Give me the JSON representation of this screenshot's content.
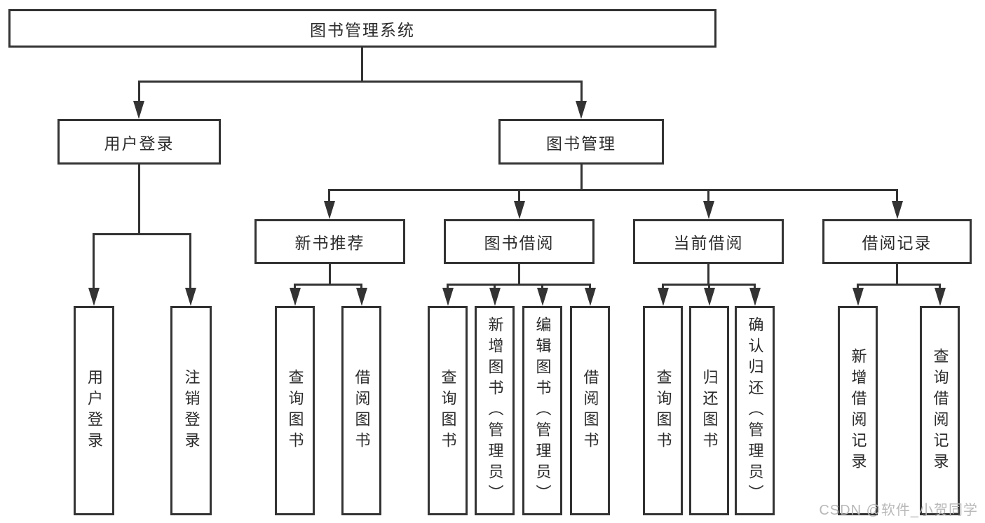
{
  "diagram": {
    "root": {
      "label": "图书管理系统"
    },
    "branches": [
      {
        "label": "用户登录",
        "children": [
          {
            "label": "用户登录"
          },
          {
            "label": "注销登录"
          }
        ]
      },
      {
        "label": "图书管理",
        "children": [
          {
            "label": "新书推荐",
            "children": [
              {
                "label": "查询图书"
              },
              {
                "label": "借阅图书"
              }
            ]
          },
          {
            "label": "图书借阅",
            "children": [
              {
                "label": "查询图书"
              },
              {
                "label": "新增图书（管理员）"
              },
              {
                "label": "编辑图书（管理员）"
              },
              {
                "label": "借阅图书"
              }
            ]
          },
          {
            "label": "当前借阅",
            "children": [
              {
                "label": "查询图书"
              },
              {
                "label": "归还图书"
              },
              {
                "label": "确认归还（管理员）"
              }
            ]
          },
          {
            "label": "借阅记录",
            "children": [
              {
                "label": "新增借阅记录"
              },
              {
                "label": "查询借阅记录"
              }
            ]
          }
        ]
      }
    ]
  },
  "watermark": {
    "text": "CSDN @软件_小贺同学"
  },
  "colors": {
    "line": "#333333",
    "text": "#2b2b2b",
    "watermark": "#b8b8b8",
    "background": "#ffffff"
  }
}
